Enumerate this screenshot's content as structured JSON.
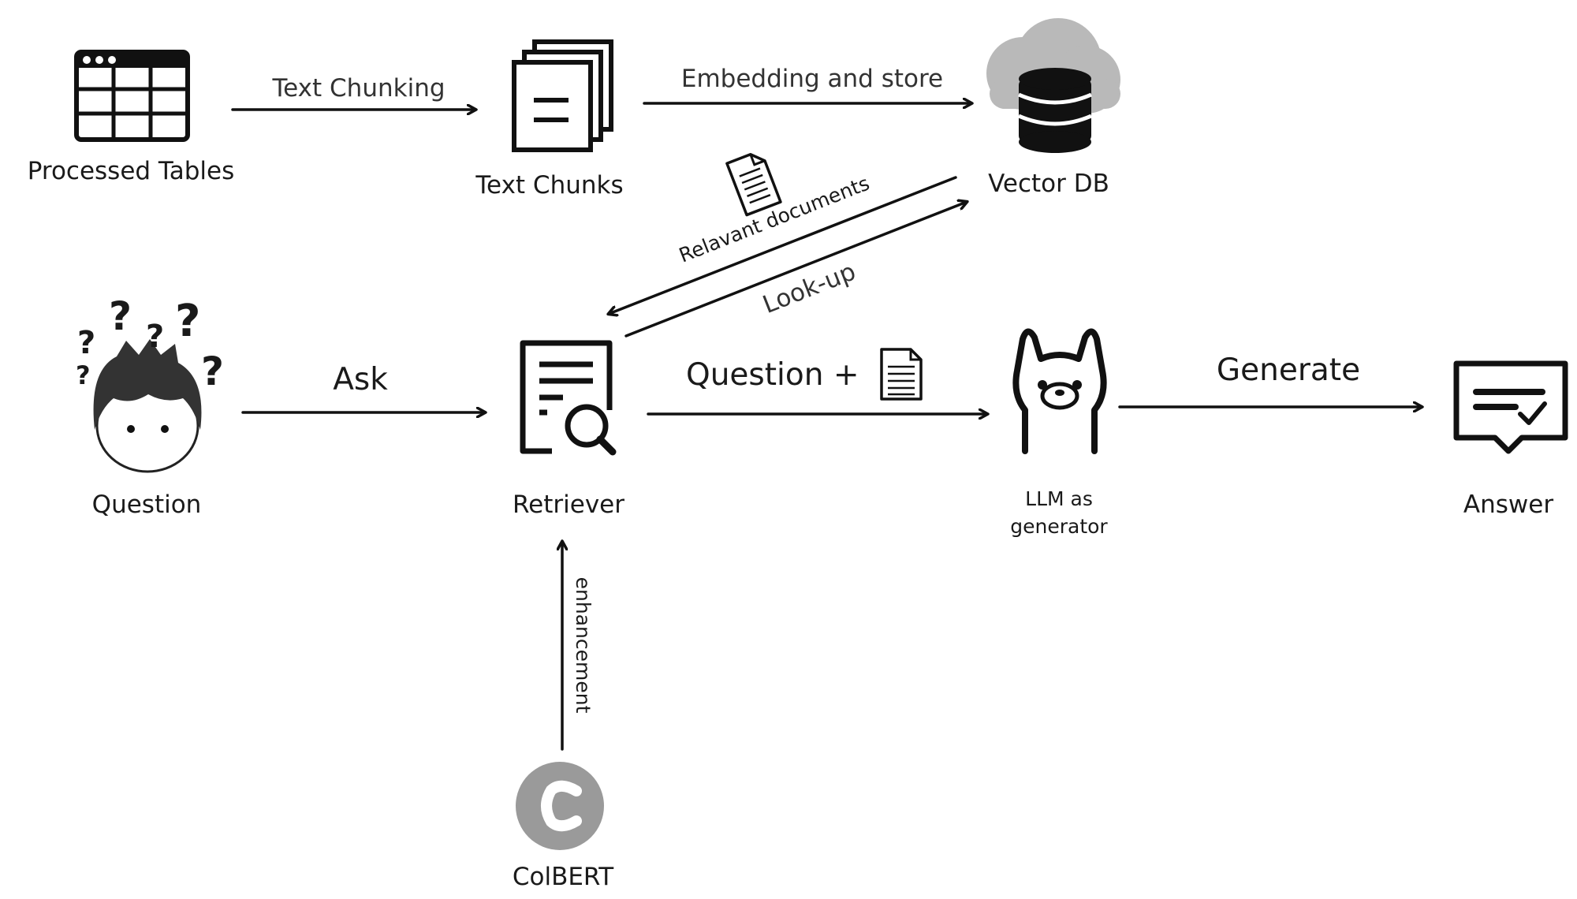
{
  "nodes": {
    "processed_tables": "Processed Tables",
    "text_chunks": "Text Chunks",
    "vector_db": "Vector DB",
    "question": "Question",
    "retriever": "Retriever",
    "llm_line1": "LLM as",
    "llm_line2": "generator",
    "answer": "Answer",
    "colbert": "ColBERT"
  },
  "edges": {
    "text_chunking": "Text Chunking",
    "embedding_and_store": "Embedding and store",
    "relevant_documents": "Relavant documents",
    "look_up": "Look-up",
    "ask": "Ask",
    "question_plus": "Question +",
    "generate": "Generate",
    "enhancement": "enhancement"
  },
  "icons": {
    "processed_tables": "table-icon",
    "text_chunks": "stacked-documents-icon",
    "vector_db": "cloud-database-icon",
    "question": "confused-person-icon",
    "retriever": "document-search-icon",
    "llm": "llama-icon",
    "answer": "checked-message-icon",
    "colbert": "colbert-logo-icon",
    "document": "document-icon"
  },
  "colors": {
    "ink": "#111111",
    "cloud": "#b9b9b9",
    "colbert": "#9a9a9a"
  }
}
